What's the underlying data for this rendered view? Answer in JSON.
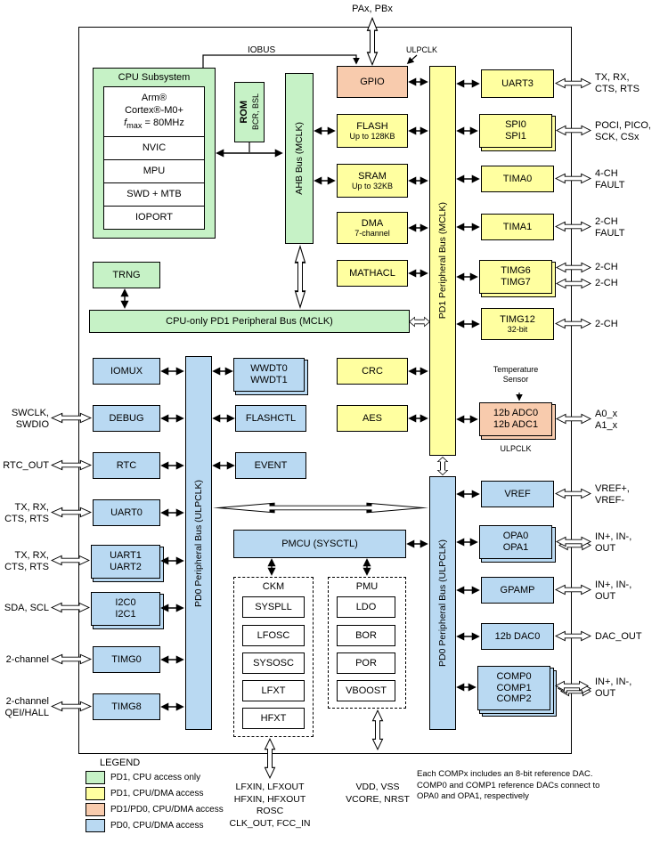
{
  "colors": {
    "green": "#c6f2c6",
    "yellow": "#ffffa0",
    "orange": "#f8cbad",
    "blue": "#b9d9f2"
  },
  "top": {
    "pax": "PAx, PBx",
    "iobus": "IOBUS",
    "ulpclk": "ULPCLK"
  },
  "cpu": {
    "title": "CPU Subsystem",
    "core": [
      "Arm®",
      "Cortex®-M0+"
    ],
    "fmax_f": "f",
    "fmax_sub": "max",
    "fmax_rest": " = 80MHz",
    "rows": [
      "NVIC",
      "MPU",
      "SWD + MTB",
      "IOPORT"
    ]
  },
  "rom": {
    "title": "ROM",
    "sub": "BCR, BSL"
  },
  "buses": {
    "ahb": "AHB Bus (MCLK)",
    "pd1": "PD1 Peripheral Bus (MCLK)",
    "cpu_only": "CPU-only  PD1 Peripheral Bus (MCLK)",
    "pd0_left": "PD0 Peripheral Bus (ULPCLK)",
    "pd0_right": "PD0 Peripheral Bus (ULPCLK)"
  },
  "blocks": {
    "gpio": "GPIO",
    "flash": [
      "FLASH",
      "Up to 128KB"
    ],
    "sram": [
      "SRAM",
      "Up to 32KB"
    ],
    "dma": [
      "DMA",
      "7-channel"
    ],
    "mathacl": "MATHACL",
    "crc": "CRC",
    "aes": "AES",
    "trng": "TRNG",
    "uart3": "UART3",
    "spi": [
      "SPI0",
      "SPI1"
    ],
    "tima0": "TIMA0",
    "tima1": "TIMA1",
    "timg67": [
      "TIMG6",
      "TIMG7"
    ],
    "timg12": [
      "TIMG12",
      "32-bit"
    ],
    "temp": [
      "Temperature",
      "Sensor"
    ],
    "adc": [
      "12b ADC0",
      "12b ADC1"
    ],
    "adc_clk": "ULPCLK",
    "iomux": "IOMUX",
    "debug": "DEBUG",
    "rtc": "RTC",
    "uart0": "UART0",
    "uart12": [
      "UART1",
      "UART2"
    ],
    "i2c": [
      "I2C0",
      "I2C1"
    ],
    "timg0": "TIMG0",
    "timg8": "TIMG8",
    "wwdt": [
      "WWDT0",
      "WWDT1"
    ],
    "flashctl": "FLASHCTL",
    "event": "EVENT",
    "pmcu": "PMCU (SYSCTL)",
    "ckm": {
      "title": "CKM",
      "items": [
        "SYSPLL",
        "LFOSC",
        "SYSOSC",
        "LFXT",
        "HFXT"
      ]
    },
    "pmu": {
      "title": "PMU",
      "items": [
        "LDO",
        "BOR",
        "POR",
        "VBOOST"
      ]
    },
    "vref": "VREF",
    "opa": [
      "OPA0",
      "OPA1"
    ],
    "gpamp": "GPAMP",
    "dac": "12b DAC0",
    "comp": [
      "COMP0",
      "COMP1",
      "COMP2"
    ]
  },
  "ext": {
    "left": {
      "debug": [
        "SWCLK,",
        "SWDIO"
      ],
      "rtc": "RTC_OUT",
      "uart0": [
        "TX, RX,",
        "CTS, RTS"
      ],
      "uart12": [
        "TX, RX,",
        "CTS, RTS"
      ],
      "i2c": "SDA, SCL",
      "timg0": "2-channel",
      "timg8": [
        "2-channel",
        "QEI/HALL"
      ]
    },
    "right": {
      "uart3": [
        "TX, RX,",
        "CTS, RTS"
      ],
      "spi": [
        "POCI, PICO,",
        "SCK, CSx"
      ],
      "tima0": [
        "4-CH",
        "FAULT"
      ],
      "tima1": [
        "2-CH",
        "FAULT"
      ],
      "timg6": "2-CH",
      "timg7": "2-CH",
      "timg12": "2-CH",
      "adc": [
        "A0_x",
        "A1_x"
      ],
      "vref": [
        "VREF+,",
        "VREF-"
      ],
      "opa": [
        "IN+, IN-,",
        "OUT"
      ],
      "gpamp": [
        "IN+, IN-,",
        "OUT"
      ],
      "dac": "DAC_OUT",
      "comp": [
        "IN+, IN-,",
        "OUT"
      ]
    }
  },
  "legend": {
    "title": "LEGEND",
    "items": [
      {
        "label": "PD1, CPU access only",
        "color": "#c6f2c6"
      },
      {
        "label": "PD1, CPU/DMA access",
        "color": "#ffffa0"
      },
      {
        "label": "PD1/PD0, CPU/DMA access",
        "color": "#f8cbad"
      },
      {
        "label": "PD0, CPU/DMA access",
        "color": "#b9d9f2"
      }
    ]
  },
  "bottom": {
    "clock_pins": [
      "LFXIN, LFXOUT",
      "HFXIN, HFXOUT",
      "ROSC",
      "CLK_OUT, FCC_IN"
    ],
    "power_pins": [
      "VDD, VSS",
      "VCORE, NRST"
    ],
    "footnote": [
      "Each COMPx includes an 8-bit reference DAC.",
      "COMP0 and COMP1 reference DACs connect to",
      "OPA0 and OPA1, respectively"
    ]
  }
}
